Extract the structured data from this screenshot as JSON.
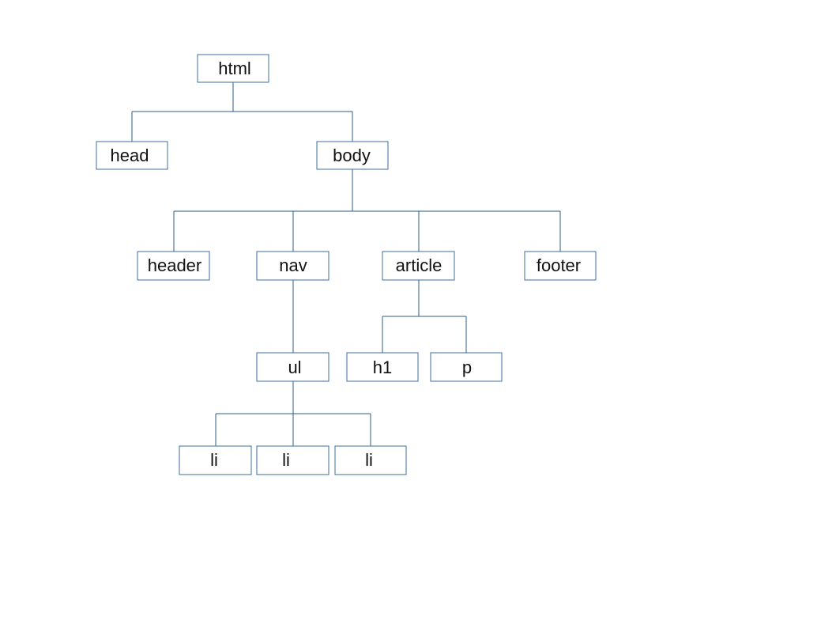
{
  "diagram": {
    "colors": {
      "line": "#2e5c8a",
      "box_border": "#3b6ea5",
      "text": "#111111"
    },
    "nodes": {
      "html": "html",
      "head": "head",
      "body": "body",
      "header": "header",
      "nav": "nav",
      "article": "article",
      "footer": "footer",
      "ul": "ul",
      "h1": "h1",
      "p": "p",
      "li_1": "li",
      "li_2": "li",
      "li_3": "li"
    },
    "edges": [
      [
        "html",
        "head"
      ],
      [
        "html",
        "body"
      ],
      [
        "body",
        "header"
      ],
      [
        "body",
        "nav"
      ],
      [
        "body",
        "article"
      ],
      [
        "body",
        "footer"
      ],
      [
        "nav",
        "ul"
      ],
      [
        "article",
        "h1"
      ],
      [
        "article",
        "p"
      ],
      [
        "ul",
        "li_1"
      ],
      [
        "ul",
        "li_2"
      ],
      [
        "ul",
        "li_3"
      ]
    ]
  }
}
